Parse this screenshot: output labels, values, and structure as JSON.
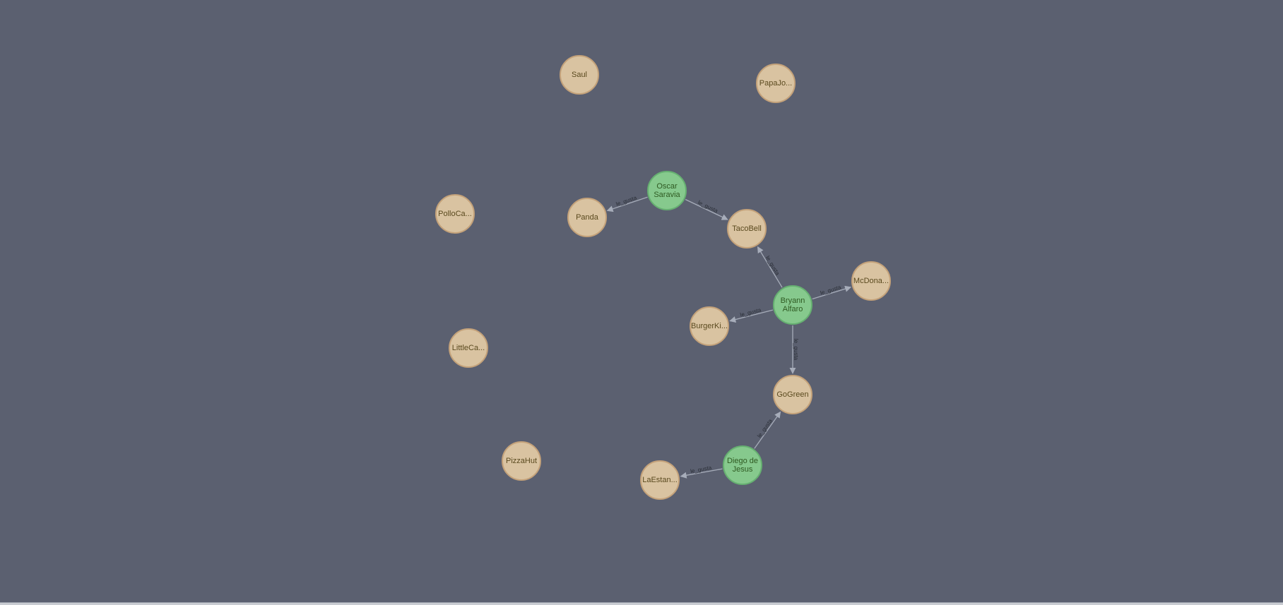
{
  "graph": {
    "colors": {
      "background": "#5b6070",
      "restaurant_fill": "#d9c3a1",
      "restaurant_stroke": "#c4a27a",
      "person_fill": "#86c98d",
      "person_stroke": "#66b071",
      "edge": "#a7adba"
    },
    "nodes": [
      {
        "id": "saul",
        "label": "Saul",
        "type": "restaurant"
      },
      {
        "id": "papajohns",
        "label": "PapaJo...",
        "type": "restaurant"
      },
      {
        "id": "oscar",
        "label": "Oscar Saravia",
        "type": "person"
      },
      {
        "id": "panda",
        "label": "Panda",
        "type": "restaurant"
      },
      {
        "id": "pollocampero",
        "label": "PolloCa...",
        "type": "restaurant"
      },
      {
        "id": "tacobell",
        "label": "TacoBell",
        "type": "restaurant"
      },
      {
        "id": "mcdonalds",
        "label": "McDona...",
        "type": "restaurant"
      },
      {
        "id": "bryann",
        "label": "Bryann Alfaro",
        "type": "person"
      },
      {
        "id": "burgerking",
        "label": "BurgerKi...",
        "type": "restaurant"
      },
      {
        "id": "littlecaesars",
        "label": "LittleCa...",
        "type": "restaurant"
      },
      {
        "id": "gogreen",
        "label": "GoGreen",
        "type": "restaurant"
      },
      {
        "id": "pizzahut",
        "label": "PizzaHut",
        "type": "restaurant"
      },
      {
        "id": "diego",
        "label": "Diego de Jesus",
        "type": "person"
      },
      {
        "id": "laestancia",
        "label": "LaEstan...",
        "type": "restaurant"
      }
    ],
    "edges": [
      {
        "from": "oscar",
        "to": "panda",
        "label": "le_gusta"
      },
      {
        "from": "oscar",
        "to": "tacobell",
        "label": "le_gusta"
      },
      {
        "from": "bryann",
        "to": "tacobell",
        "label": "le_gusta"
      },
      {
        "from": "bryann",
        "to": "mcdonalds",
        "label": "le_gusta"
      },
      {
        "from": "bryann",
        "to": "burgerking",
        "label": "le_gusta"
      },
      {
        "from": "bryann",
        "to": "gogreen",
        "label": "le_gusta"
      },
      {
        "from": "diego",
        "to": "gogreen",
        "label": "le_gusta"
      },
      {
        "from": "diego",
        "to": "laestancia",
        "label": "le_gusta"
      }
    ]
  }
}
